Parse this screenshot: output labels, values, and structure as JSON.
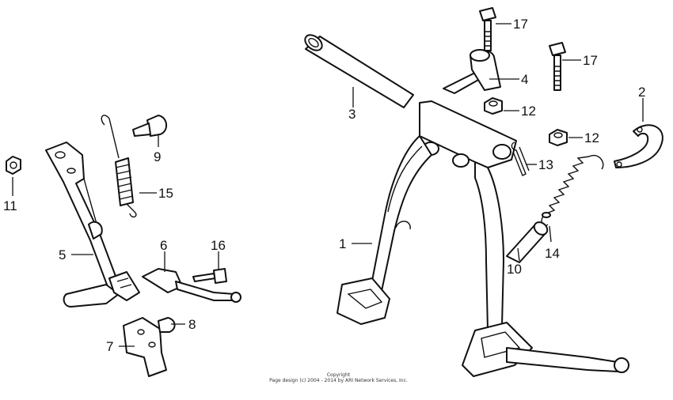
{
  "diagram": {
    "callouts": [
      "1",
      "2",
      "3",
      "4",
      "5",
      "6",
      "7",
      "8",
      "9",
      "10",
      "11",
      "12",
      "12",
      "13",
      "14",
      "15",
      "16",
      "17",
      "17"
    ],
    "copyright_line1": "Copyright",
    "copyright_line2": "Page design (c) 2004 - 2014 by ARI Network Services, Inc."
  }
}
